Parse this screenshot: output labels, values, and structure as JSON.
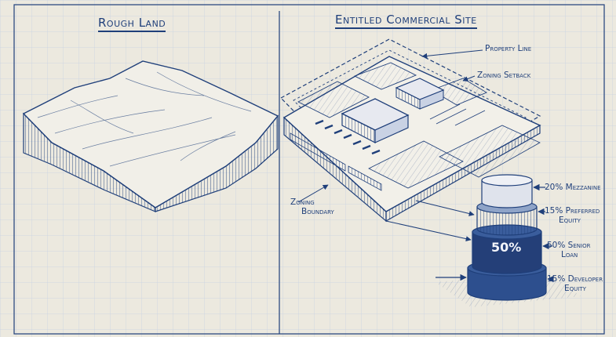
{
  "panels": {
    "left_title": "Rough Land",
    "right_title": "Entitled Commercial Site"
  },
  "callouts": {
    "property_line": "Property Line",
    "zoning_setback": "Zoning Setback",
    "zoning_boundary_1": "Zoning",
    "zoning_boundary_2": "Boundary"
  },
  "capital_stack": {
    "center_label": "50%",
    "tiers": [
      {
        "line1": "20% Mezzanine",
        "line2": "",
        "value": 20
      },
      {
        "line1": "15% Preferred",
        "line2": "Equity",
        "value": 15
      },
      {
        "line1": "50% Senior",
        "line2": "Loan",
        "value": 50
      },
      {
        "line1": "15% Developer",
        "line2": "Equity",
        "value": 15
      }
    ]
  },
  "colors": {
    "paper": "#ece9df",
    "grid": "#c8d2e2",
    "ink": "#1f3f7a",
    "ink_dark": "#243f78"
  }
}
